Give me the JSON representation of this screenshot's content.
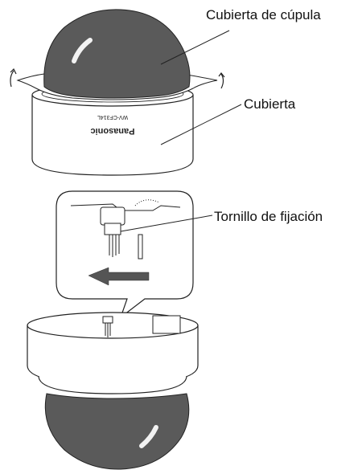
{
  "labels": {
    "dome_cover": "Cubierta de cúpula",
    "cover": "Cubierta",
    "fixing_screw": "Tornillo de fijación"
  },
  "markings": {
    "model": "WV-CF314L",
    "brand": "Panasonic"
  },
  "colors": {
    "dome": "#5a5a5a",
    "line": "#222222",
    "arrow": "#555555",
    "background": "#ffffff"
  }
}
